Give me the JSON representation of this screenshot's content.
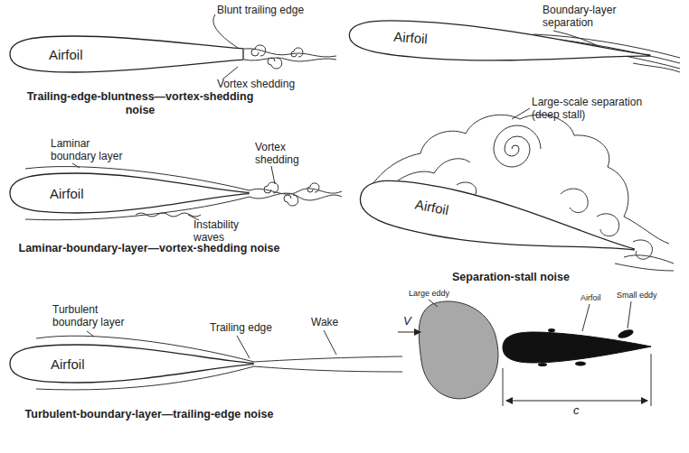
{
  "diagram": {
    "nodes": [
      {
        "text": [
          "Airfoil"
        ]
      },
      {
        "text": [
          "Airfoil"
        ]
      },
      {
        "text": [
          "Airfoil"
        ]
      },
      {
        "text": [
          "Airfoil"
        ]
      },
      {
        "text": [
          "Airfoil"
        ]
      }
    ],
    "labels": [
      "Blunt trailing edge",
      "Vortex shedding",
      "Trailing-edge-bluntness—vortex-shedding noise",
      "Boundary-layer separation",
      "Large-scale separation (deep stall)",
      "Separation-stall noise",
      "Laminar boundary layer",
      "Vortex shedding",
      "Instability waves",
      "Laminar-boundary-layer—vortex-shedding noise",
      "Turbulent boundary layer",
      "Trailing edge",
      "Wake",
      "Turbulent-boundary-layer—trailing-edge noise",
      "Large eddy",
      "V",
      "Airfoil",
      "Small eddy",
      "c"
    ]
  }
}
